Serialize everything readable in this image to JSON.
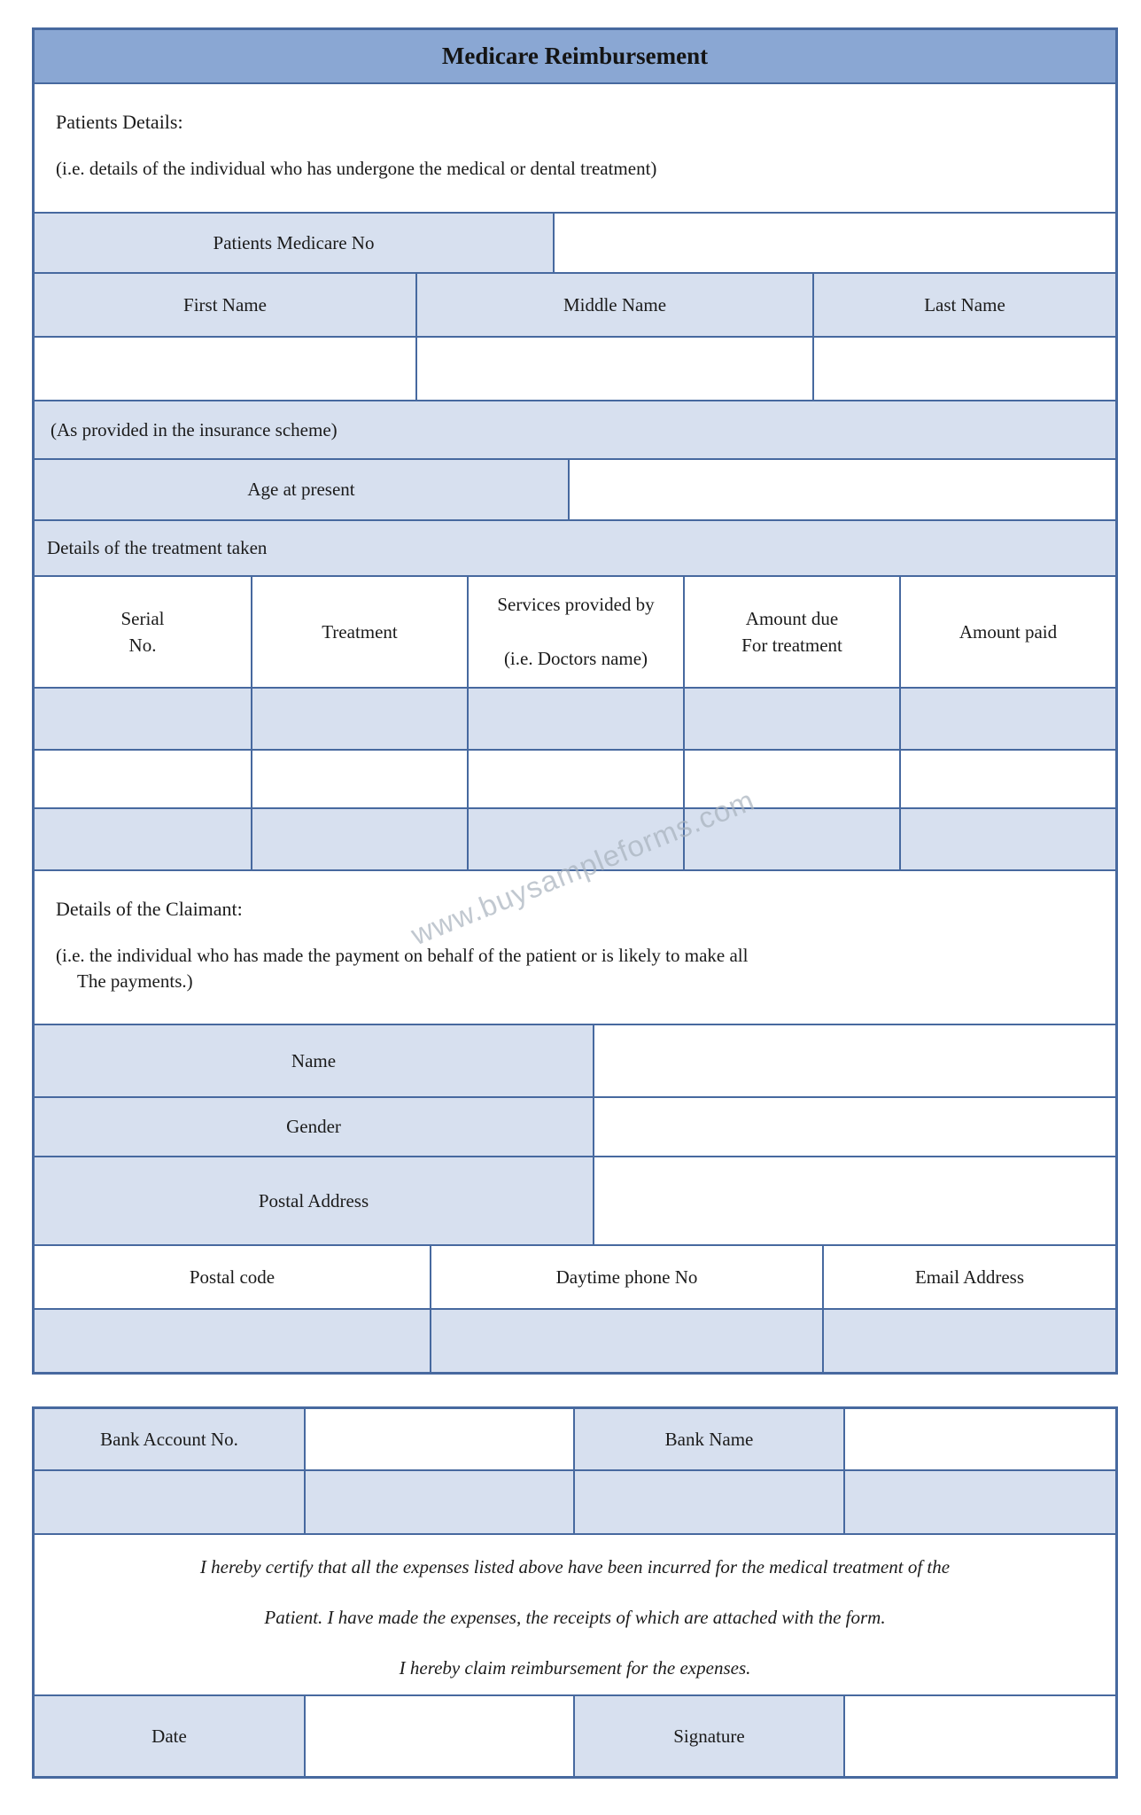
{
  "page": {
    "watermark": "www.buysampleforms.com"
  },
  "colors": {
    "header_bg": "#8aa7d3",
    "cell_bg": "#d7e0ef",
    "border": "#47699f"
  },
  "header": {
    "title": "Medicare Reimbursement"
  },
  "patient_section": {
    "heading": "Patients Details:",
    "note": "(i.e. details of the individual who has undergone the medical or dental treatment)",
    "medicare_no_label": "Patients Medicare No",
    "name_headers": [
      "First Name",
      "Middle Name",
      "Last Name"
    ],
    "insurance_note": "(As provided in the insurance scheme)",
    "age_label": "Age at present"
  },
  "treatment_section": {
    "heading": "Details of the treatment taken",
    "columns": [
      "Serial\nNo.",
      "Treatment",
      "Services provided by\n\n(i.e. Doctors name)",
      "Amount due\nFor treatment",
      "Amount paid"
    ]
  },
  "claimant_section": {
    "heading": "Details of the Claimant:",
    "note_line1": "(i.e. the individual who has made the payment on behalf of the patient or is likely to make all",
    "note_line2": "The payments.)",
    "name_label": "Name",
    "gender_label": "Gender",
    "postal_address_label": "Postal Address",
    "contact_headers": [
      "Postal code",
      "Daytime phone No",
      "Email Address"
    ]
  },
  "bank_section": {
    "account_label": "Bank Account No.",
    "bank_name_label": "Bank Name"
  },
  "declaration": {
    "line1": "I hereby certify that all the expenses listed above have been incurred for the medical treatment of the",
    "line2": "Patient. I have made the expenses, the receipts of which are attached with the form.",
    "line3": "I hereby claim reimbursement for the expenses.",
    "date_label": "Date",
    "signature_label": "Signature"
  }
}
